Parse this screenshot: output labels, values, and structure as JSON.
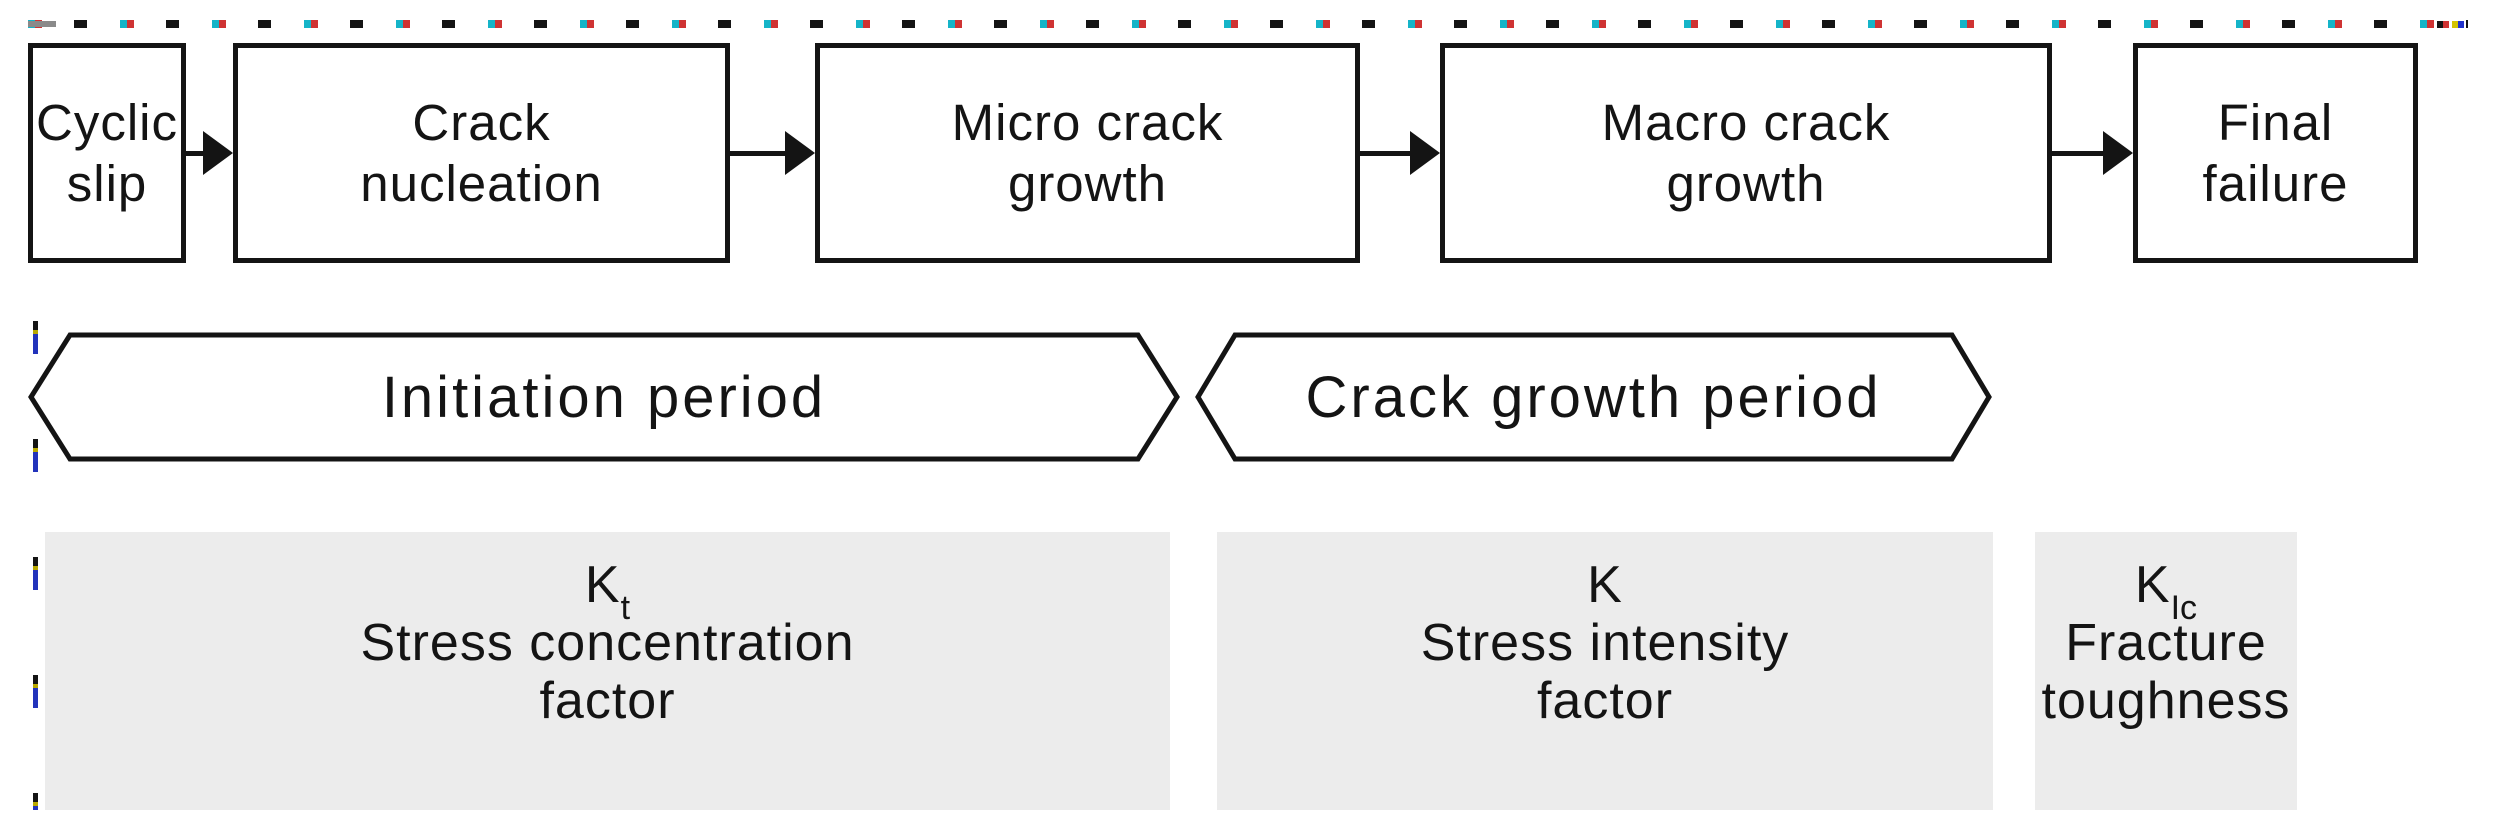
{
  "steps": [
    {
      "line1": "Cyclic",
      "line2": "slip"
    },
    {
      "line1": "Crack",
      "line2": "nucleation"
    },
    {
      "line1": "Micro crack",
      "line2": "growth"
    },
    {
      "line1": "Macro crack",
      "line2": "growth"
    },
    {
      "line1": "Final",
      "line2": "failure"
    }
  ],
  "periods": [
    {
      "label": "Initiation period"
    },
    {
      "label": "Crack growth period"
    }
  ],
  "factors": [
    {
      "symbol": "K",
      "sub": "t",
      "line1": "Stress concentration",
      "line2": "factor"
    },
    {
      "symbol": "K",
      "sub": "",
      "line1": "Stress intensity",
      "line2": "factor"
    },
    {
      "symbol": "K",
      "sub": "Ic",
      "line1": "Fracture",
      "line2": "toughness"
    }
  ],
  "colors": {
    "ink": "#141414",
    "box_fill": "#ffffff",
    "factor_box_bg": "#ececec",
    "artifact_cyan": "#15b4c8",
    "artifact_red": "#cf3333",
    "artifact_blue": "#2233bb",
    "artifact_yellow": "#b8a800"
  }
}
